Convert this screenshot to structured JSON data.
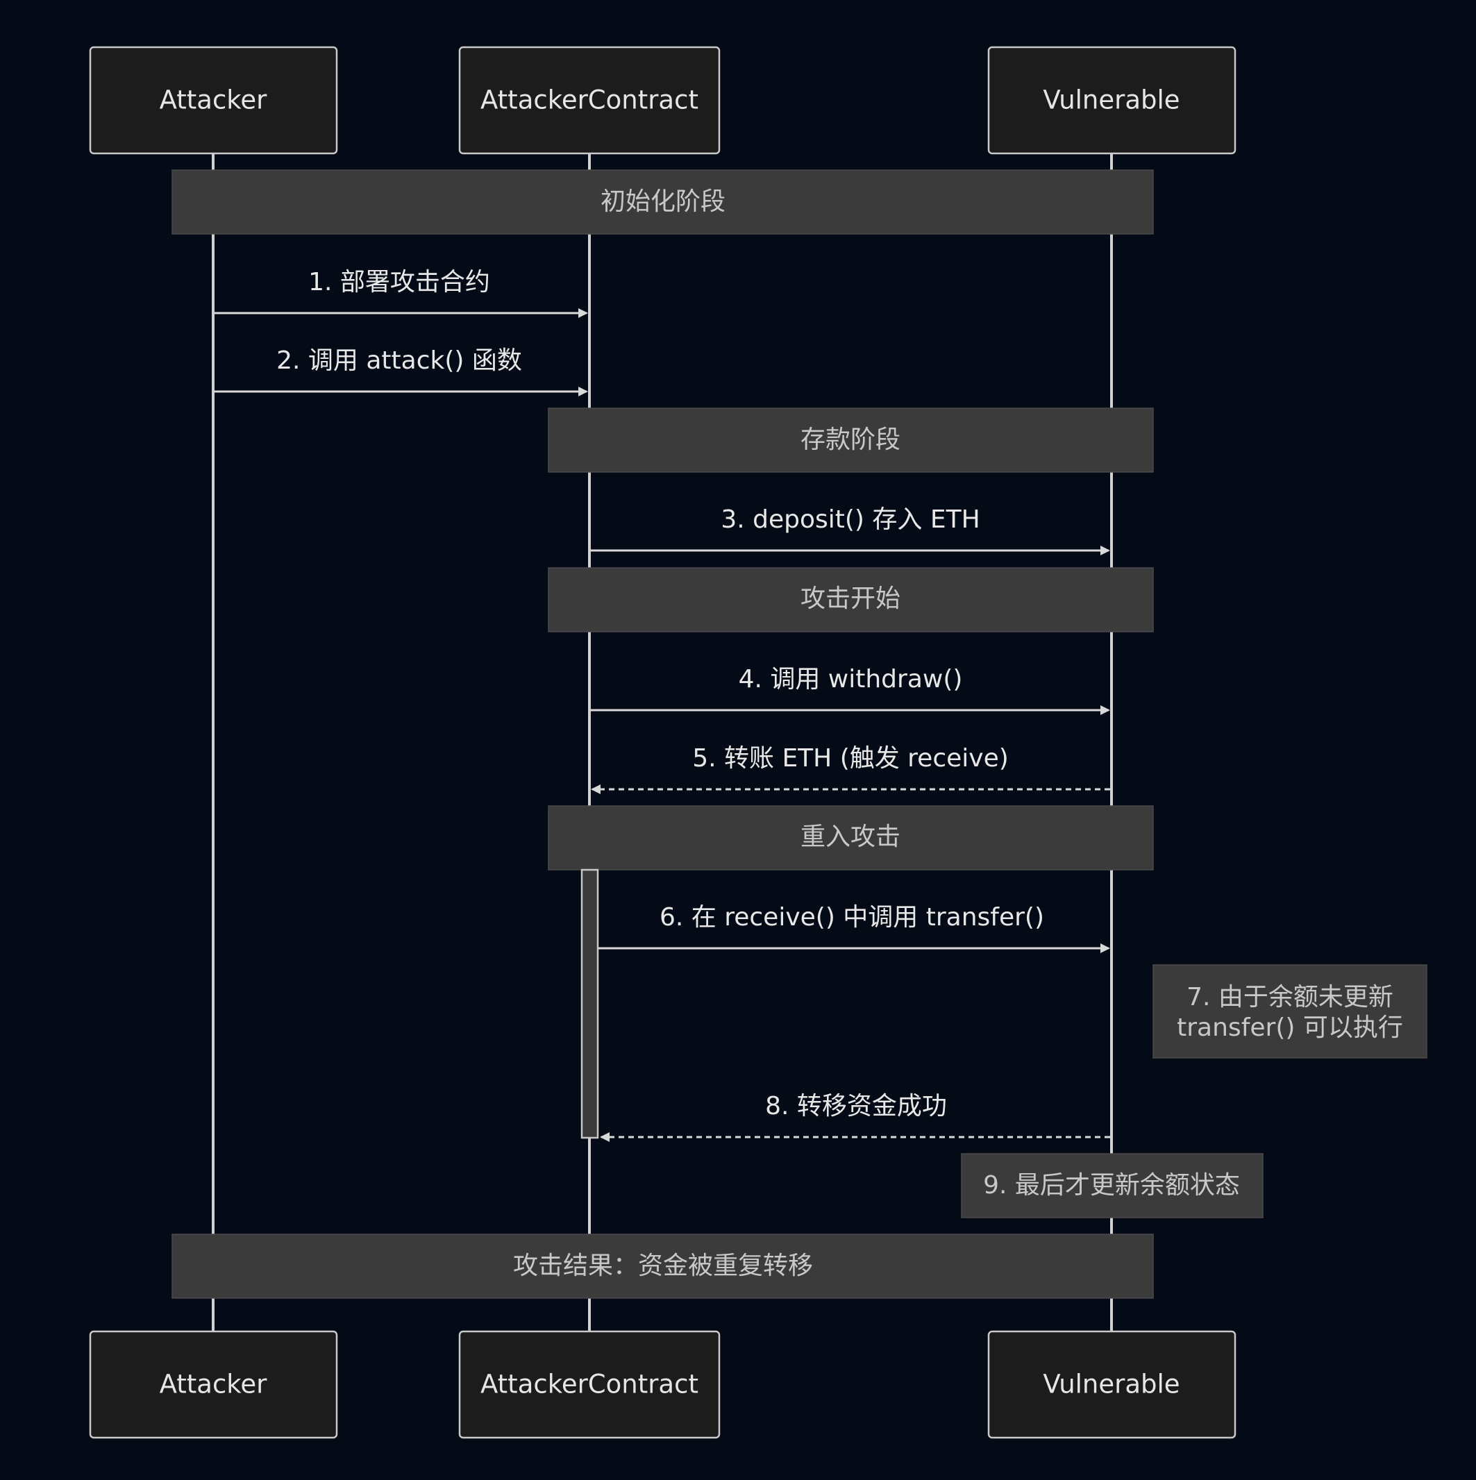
{
  "actors": [
    {
      "id": "attacker",
      "label": "Attacker"
    },
    {
      "id": "contract",
      "label": "AttackerContract"
    },
    {
      "id": "vulnerable",
      "label": "Vulnerable"
    }
  ],
  "phases": [
    {
      "id": "phase-init",
      "label": "初始化阶段"
    },
    {
      "id": "phase-deposit",
      "label": "存款阶段"
    },
    {
      "id": "phase-attack-start",
      "label": "攻击开始"
    },
    {
      "id": "phase-reentry",
      "label": "重入攻击"
    },
    {
      "id": "phase-result",
      "label": "攻击结果：资金被重复转移"
    }
  ],
  "messages": [
    {
      "id": "msg-1",
      "label": "1. 部署攻击合约",
      "from": "attacker",
      "to": "contract",
      "style": "solid"
    },
    {
      "id": "msg-2",
      "label": "2. 调用 attack() 函数",
      "from": "attacker",
      "to": "contract",
      "style": "solid"
    },
    {
      "id": "msg-3",
      "label": "3. deposit() 存入 ETH",
      "from": "contract",
      "to": "vulnerable",
      "style": "solid"
    },
    {
      "id": "msg-4",
      "label": "4. 调用 withdraw()",
      "from": "contract",
      "to": "vulnerable",
      "style": "solid"
    },
    {
      "id": "msg-5",
      "label": "5. 转账 ETH (触发 receive)",
      "from": "vulnerable",
      "to": "contract",
      "style": "dashed"
    },
    {
      "id": "msg-6",
      "label": "6. 在 receive() 中调用 transfer()",
      "from": "contract",
      "to": "vulnerable",
      "style": "solid"
    },
    {
      "id": "msg-8",
      "label": "8. 转移资金成功",
      "from": "vulnerable",
      "to": "contract",
      "style": "dashed"
    }
  ],
  "notes": [
    {
      "id": "note-7",
      "lines": [
        "7. 由于余额未更新",
        "transfer() 可以执行"
      ]
    },
    {
      "id": "note-9",
      "lines": [
        "9. 最后才更新余额状态"
      ]
    }
  ],
  "colors": {
    "background": "#050b16",
    "actor_fill": "#1c1c1d",
    "note_fill": "#3b3b3b",
    "line": "#d9d9d9"
  }
}
